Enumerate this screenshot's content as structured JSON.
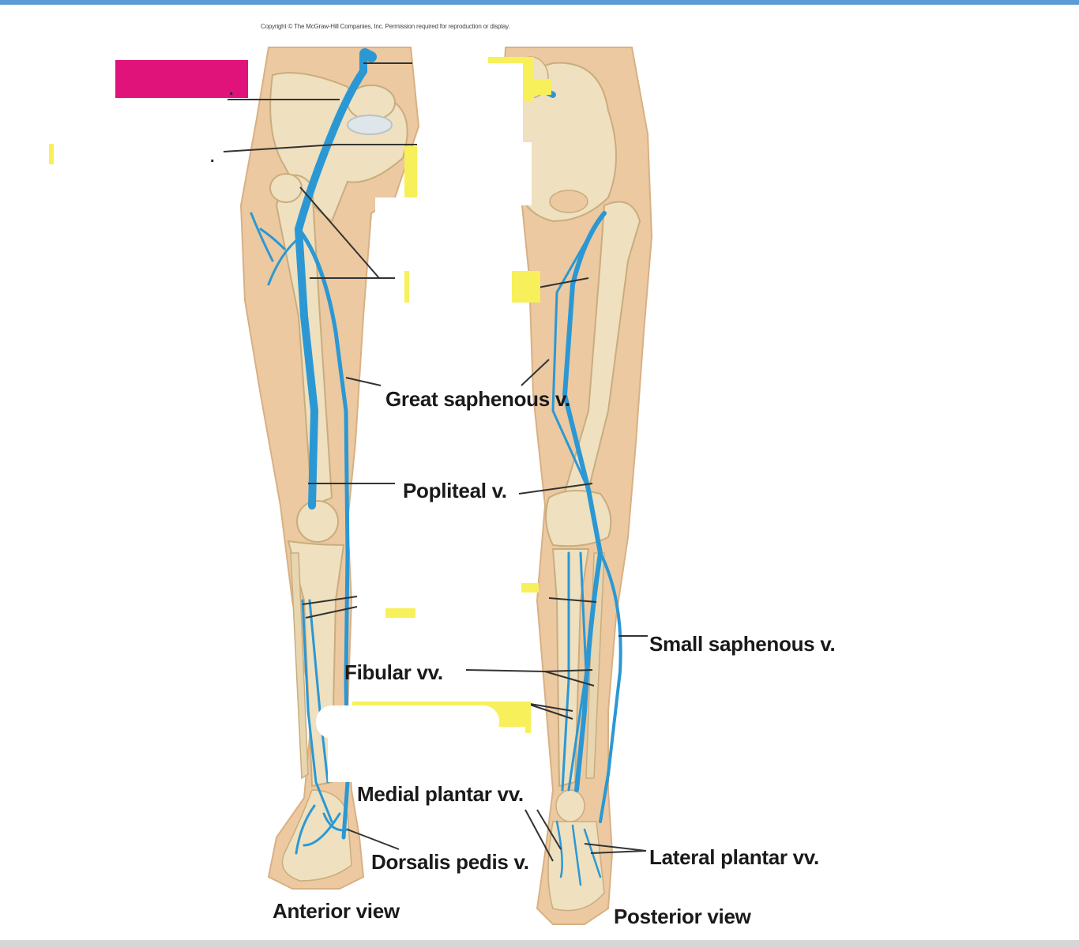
{
  "copyright": "Copyright © The McGraw-Hill Companies, Inc. Permission required for reproduction or display.",
  "labels": {
    "great_saphenous": "Great saphenous v.",
    "popliteal": "Popliteal v.",
    "small_saphenous": "Small saphenous v.",
    "fibular": "Fibular vv.",
    "medial_plantar": "Medial plantar vv.",
    "dorsalis_pedis": "Dorsalis pedis v.",
    "lateral_plantar": "Lateral plantar vv."
  },
  "views": {
    "anterior": "Anterior view",
    "posterior": "Posterior view"
  },
  "colors": {
    "skin": "#ecc9a0",
    "bone": "#efe0bf",
    "vein": "#2b98d4",
    "highlight_yellow": "#f7f05a",
    "highlight_pink": "#e0137b"
  }
}
